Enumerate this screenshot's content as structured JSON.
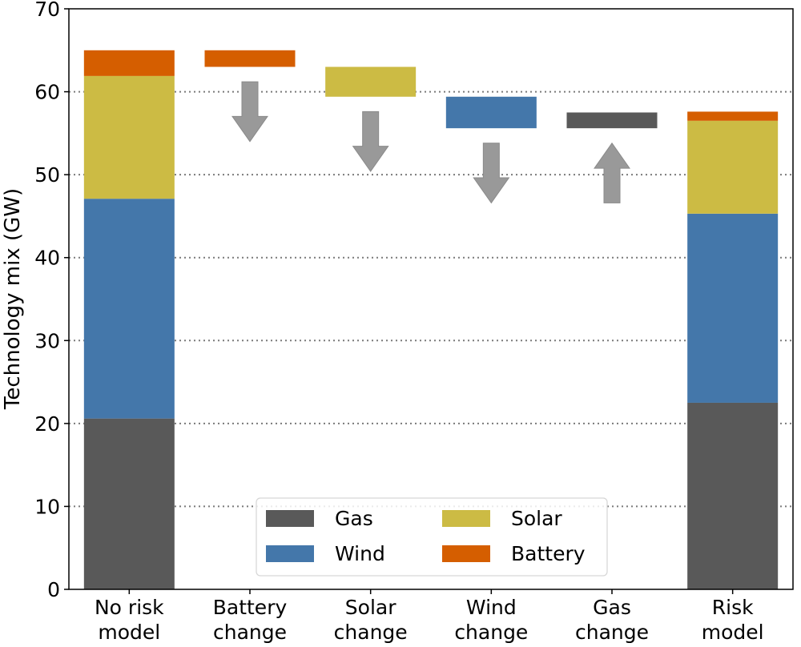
{
  "chart_data": {
    "type": "bar",
    "ylabel": "Technology mix (GW)",
    "xlabel": "",
    "ylim": [
      0,
      70
    ],
    "yticks": [
      0,
      10,
      20,
      30,
      40,
      50,
      60,
      70
    ],
    "grid": "horizontal-dotted",
    "legend_position": "lower-center",
    "categories": [
      [
        "No risk",
        "model"
      ],
      [
        "Battery",
        "change"
      ],
      [
        "Solar",
        "change"
      ],
      [
        "Wind",
        "change"
      ],
      [
        "Gas",
        "change"
      ],
      [
        "Risk",
        "model"
      ]
    ],
    "colors": {
      "Gas": "#595959",
      "Wind": "#4477aa",
      "Solar": "#ccbb44",
      "Battery": "#d55e00",
      "arrow": "#999999"
    },
    "legend": [
      "Gas",
      "Wind",
      "Solar",
      "Battery"
    ],
    "stacked_bars": [
      {
        "category_index": 0,
        "segments": [
          {
            "series": "Gas",
            "value": 20.6
          },
          {
            "series": "Wind",
            "value": 26.5
          },
          {
            "series": "Solar",
            "value": 14.8
          },
          {
            "series": "Battery",
            "value": 3.1
          }
        ]
      },
      {
        "category_index": 5,
        "segments": [
          {
            "series": "Gas",
            "value": 22.5
          },
          {
            "series": "Wind",
            "value": 22.8
          },
          {
            "series": "Solar",
            "value": 11.2
          },
          {
            "series": "Battery",
            "value": 1.1
          }
        ]
      }
    ],
    "waterfall_changes": [
      {
        "category_index": 1,
        "series": "Battery",
        "from": 65.0,
        "to": 63.0,
        "direction": "down"
      },
      {
        "category_index": 2,
        "series": "Solar",
        "from": 63.0,
        "to": 59.4,
        "direction": "down"
      },
      {
        "category_index": 3,
        "series": "Wind",
        "from": 59.4,
        "to": 55.6,
        "direction": "down"
      },
      {
        "category_index": 4,
        "series": "Gas",
        "from": 55.6,
        "to": 57.5,
        "direction": "up"
      }
    ]
  }
}
